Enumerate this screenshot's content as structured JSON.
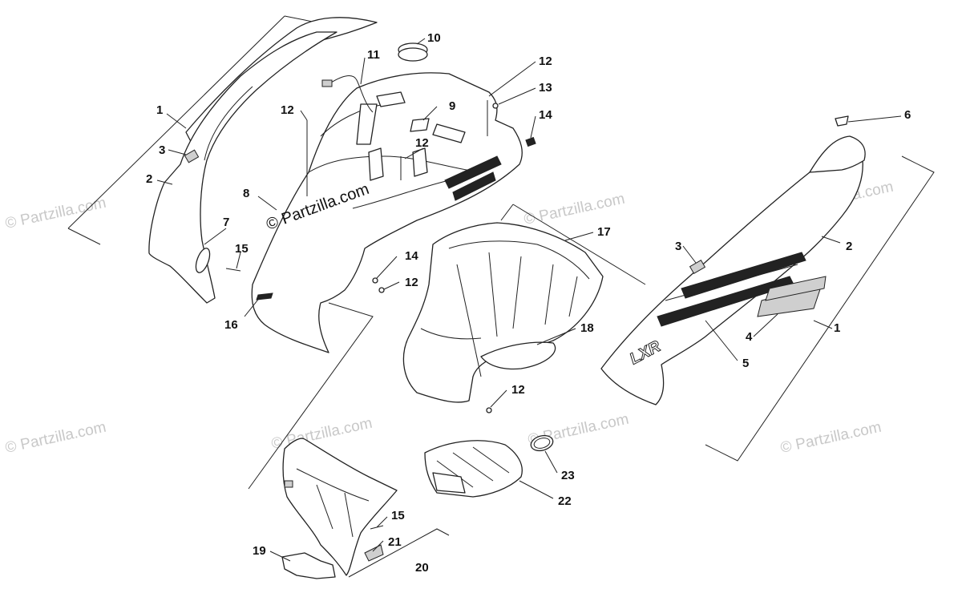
{
  "stamp": "© Partzilla.com",
  "watermark": "© Partzilla.com",
  "decal_text": "LXR",
  "callouts": [
    "1",
    "2",
    "3",
    "7",
    "15",
    "16",
    "8",
    "12",
    "11",
    "10",
    "9",
    "12",
    "12",
    "13",
    "14",
    "17",
    "14",
    "12",
    "18",
    "12",
    "6",
    "3",
    "2",
    "4",
    "5",
    "1",
    "23",
    "22",
    "15",
    "21",
    "19",
    "20"
  ]
}
